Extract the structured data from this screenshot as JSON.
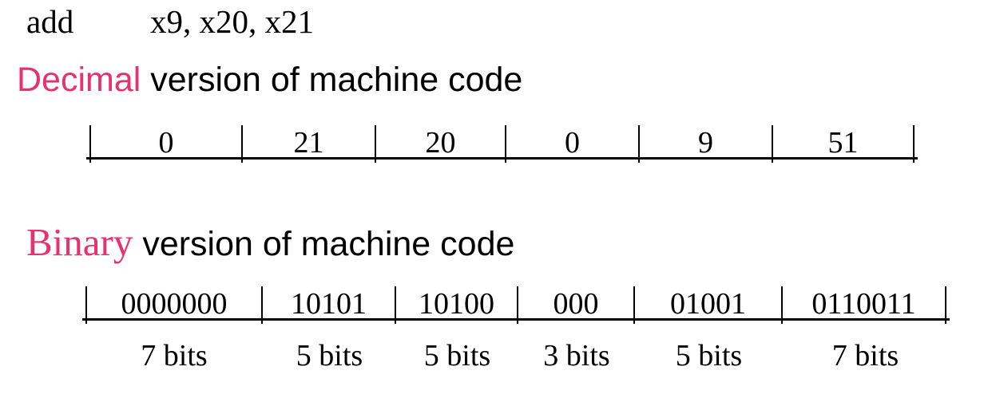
{
  "accent_color": "#e6326e",
  "instruction": {
    "mnemonic": "add",
    "operands": "x9, x20, x21"
  },
  "decimal_section": {
    "title_highlight": "Decimal",
    "title_rest": " version of machine code",
    "fields": [
      "0",
      "21",
      "20",
      "0",
      "9",
      "51"
    ]
  },
  "binary_section": {
    "title_highlight": "Binary",
    "title_rest": " version of machine code",
    "fields": [
      "0000000",
      "10101",
      "10100",
      "000",
      "01001",
      "0110011"
    ],
    "bit_widths": [
      "7 bits",
      "5 bits",
      "5 bits",
      "3 bits",
      "5 bits",
      "7 bits"
    ]
  }
}
